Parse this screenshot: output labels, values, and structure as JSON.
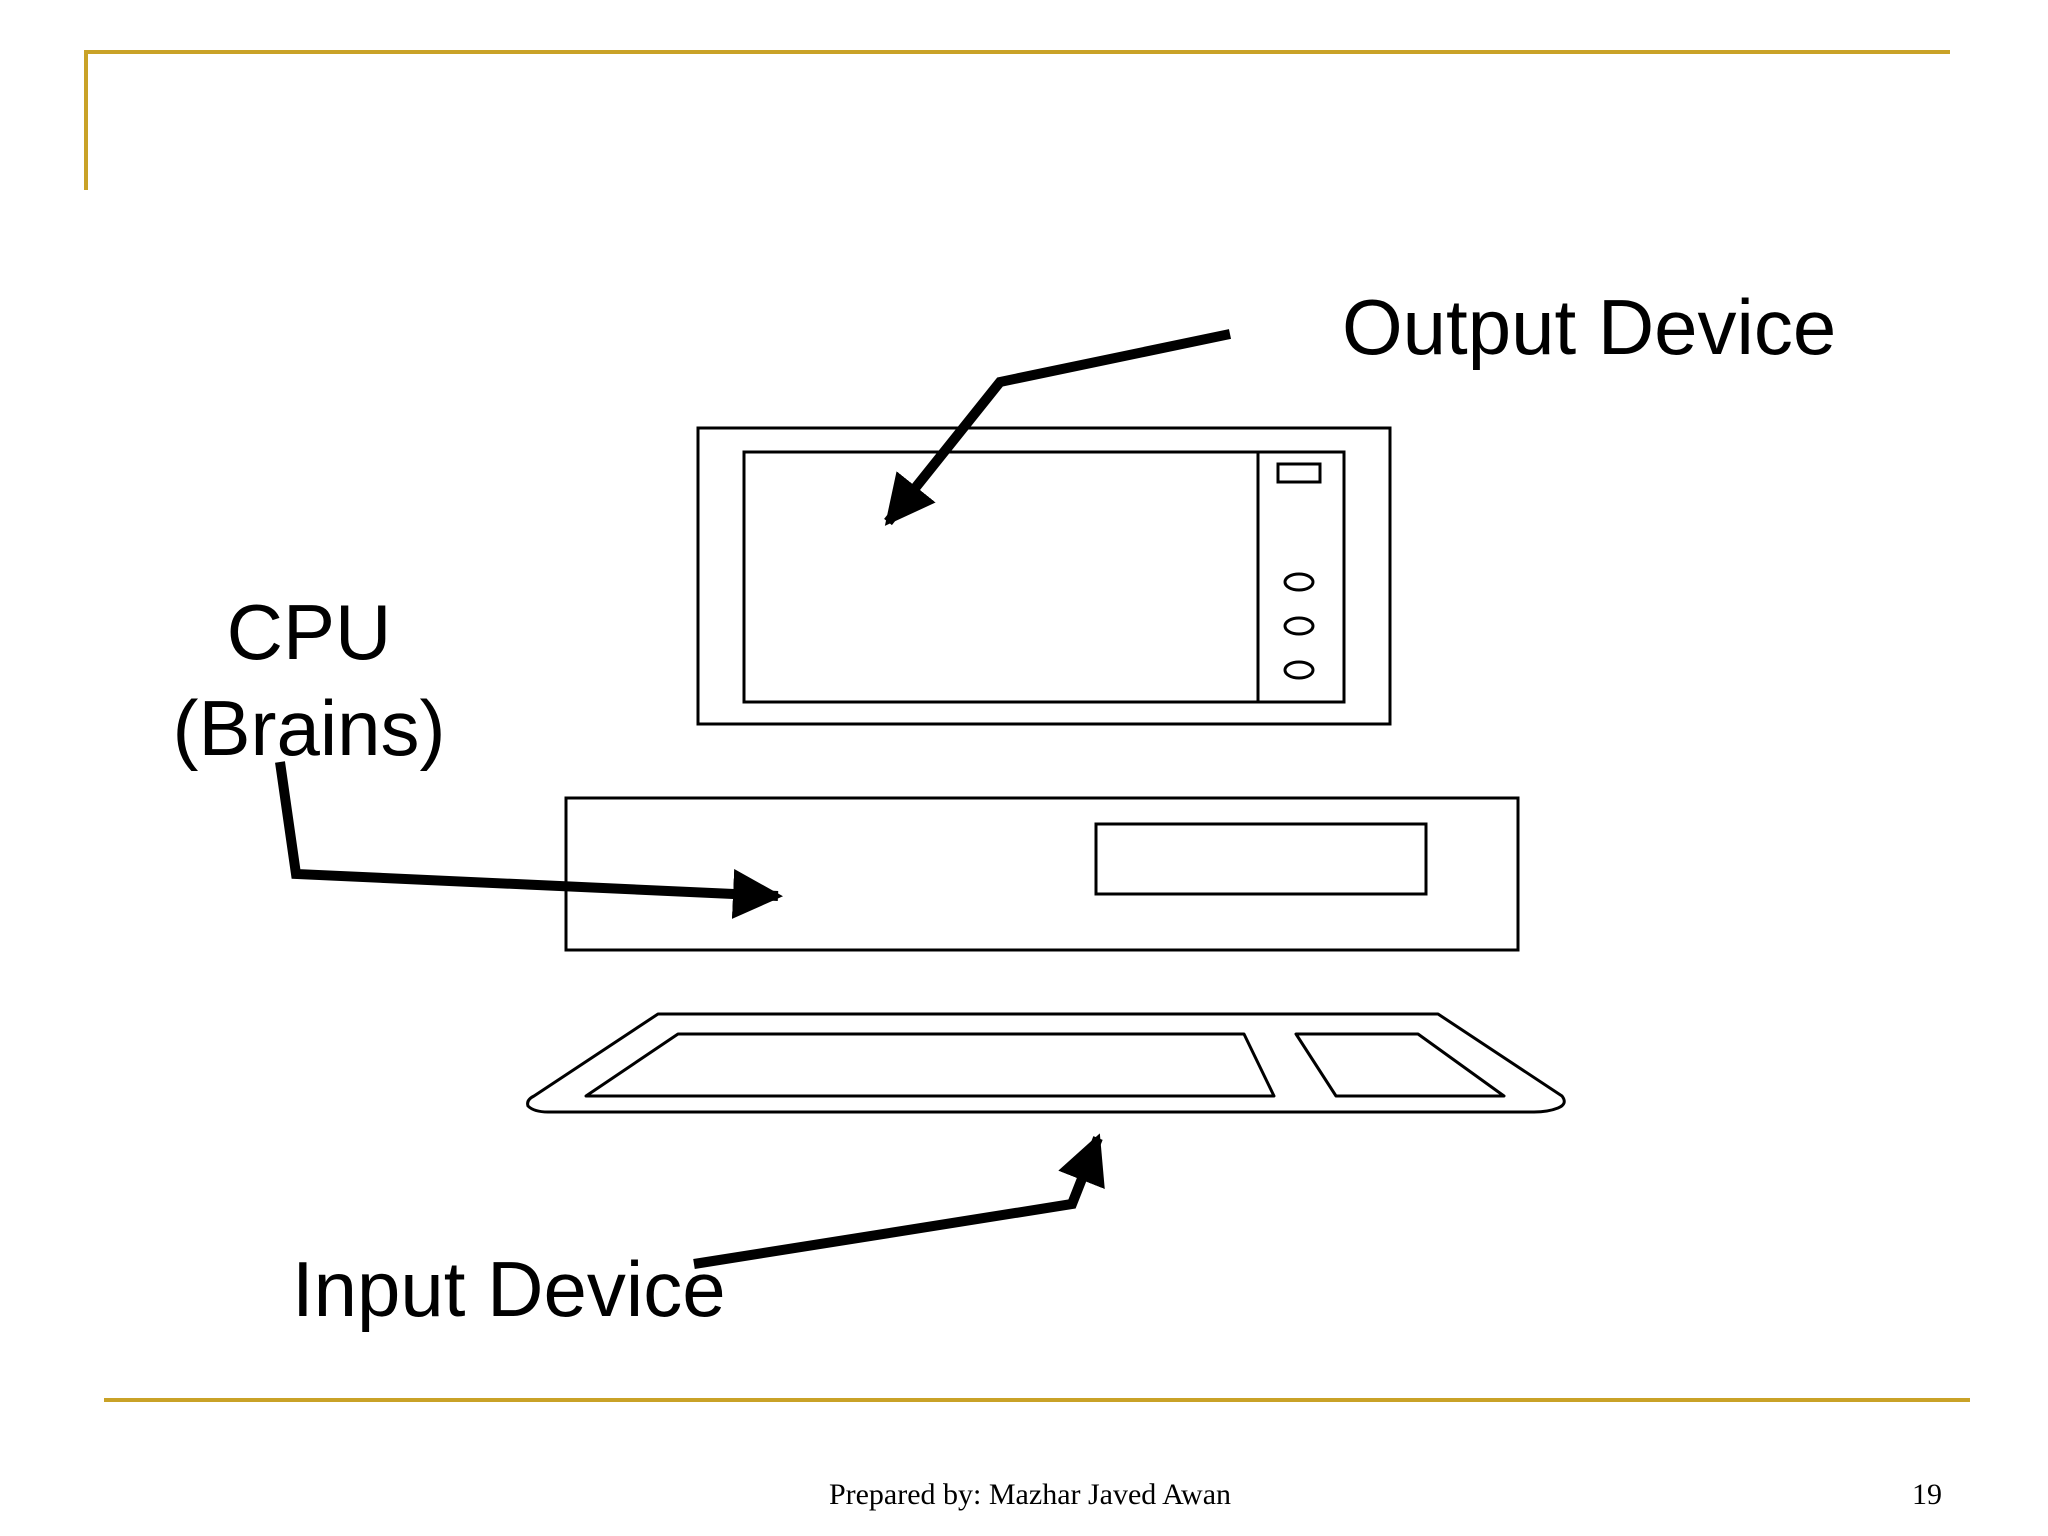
{
  "labels": {
    "output": "Output Device",
    "cpu_line1": "CPU",
    "cpu_line2": "(Brains)",
    "input": "Input Device"
  },
  "footer": {
    "author": "Prepared by: Mazhar Javed Awan",
    "page_number": "19"
  },
  "colors": {
    "accent_rule": "#C9A227",
    "stroke": "#000000"
  }
}
